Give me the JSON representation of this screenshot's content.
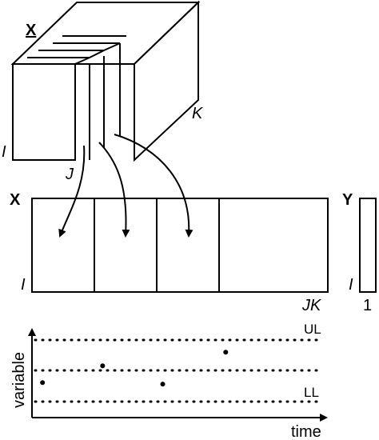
{
  "tensor": {
    "label": "X",
    "dim_i": "I",
    "dim_j": "J",
    "dim_k": "K"
  },
  "unfolded": {
    "label": "X",
    "dim_i": "I",
    "dim_jk": "JK"
  },
  "response": {
    "label": "Y",
    "dim_i": "I",
    "dim_1": "1"
  },
  "control_chart": {
    "ylabel": "variable",
    "xlabel": "time",
    "upper_limit": "UL",
    "lower_limit": "LL",
    "points_relative": [
      {
        "t": 0.02,
        "v": -0.4
      },
      {
        "t": 0.23,
        "v": 0.15
      },
      {
        "t": 0.44,
        "v": -0.45
      },
      {
        "t": 0.66,
        "v": 0.6
      }
    ]
  },
  "colors": {
    "ink": "#000000",
    "background": "#ffffff"
  }
}
